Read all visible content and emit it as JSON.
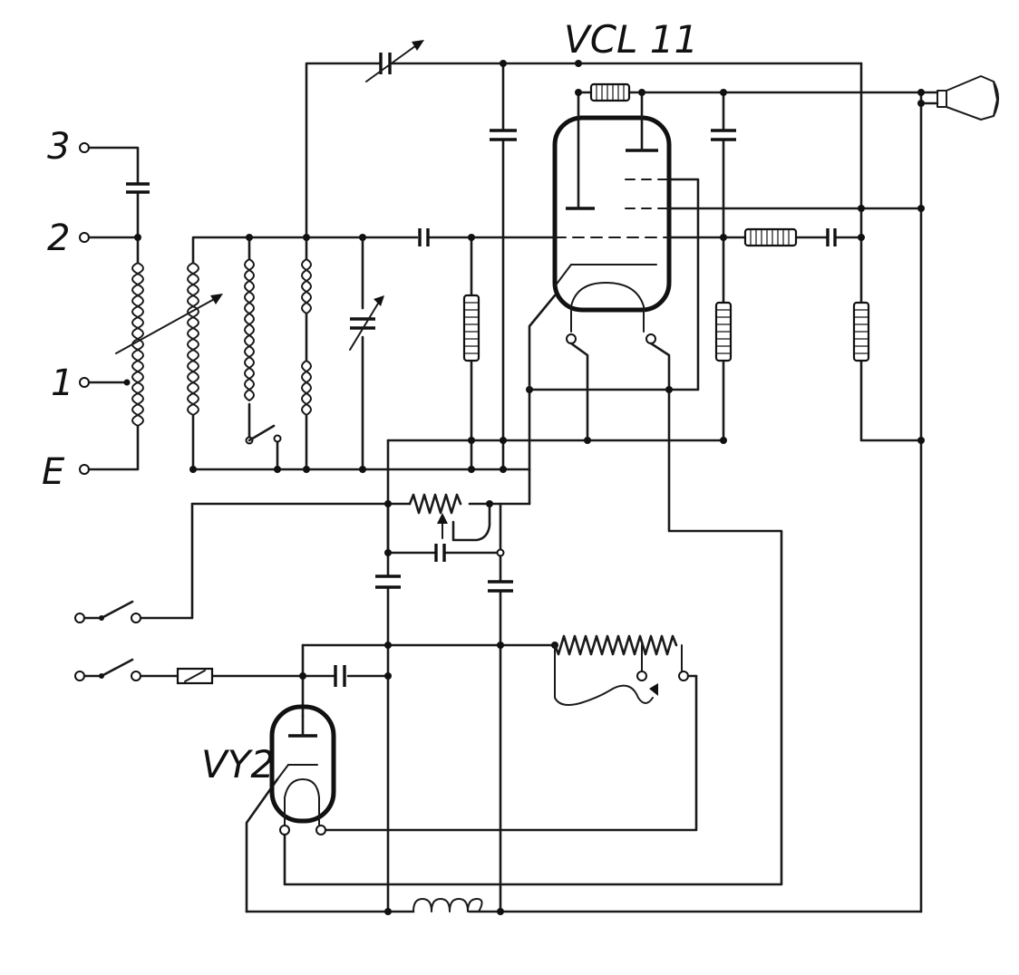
{
  "diagram": {
    "terminals": [
      {
        "id": "t3",
        "label": "3"
      },
      {
        "id": "t2",
        "label": "2"
      },
      {
        "id": "t1",
        "label": "1"
      },
      {
        "id": "tE",
        "label": "E"
      }
    ],
    "tubes": [
      {
        "id": "main",
        "label": "VCL 11"
      },
      {
        "id": "rect",
        "label": "VY2"
      }
    ]
  }
}
